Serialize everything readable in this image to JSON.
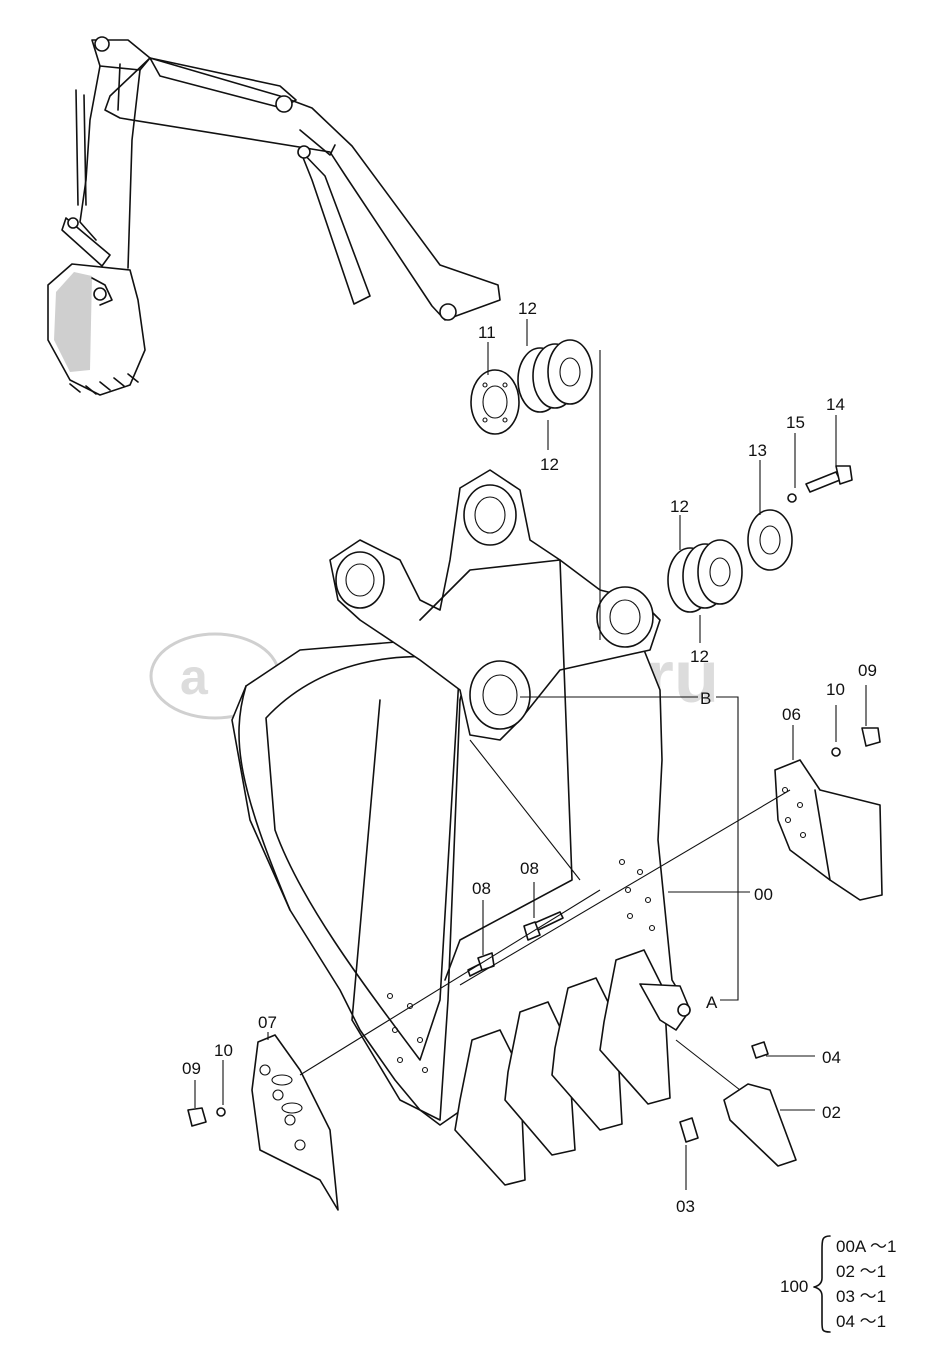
{
  "watermark": {
    "text": "autopiter.ru"
  },
  "callouts": {
    "p11": "11",
    "p12a": "12",
    "p12b": "12",
    "p12c": "12",
    "p12d": "12",
    "p13": "13",
    "p14": "14",
    "p15": "15",
    "p10a": "10",
    "p09a": "09",
    "p06": "06",
    "pB": "B",
    "p00": "00",
    "p08a": "08",
    "p08b": "08",
    "pA": "A",
    "p04": "04",
    "p02": "02",
    "p03": "03",
    "p07": "07",
    "p09b": "09",
    "p10b": "10"
  },
  "kit": {
    "number": "100",
    "items": [
      "00A ～1",
      "02  ～1",
      "03  ～1",
      "04  ～1"
    ]
  }
}
